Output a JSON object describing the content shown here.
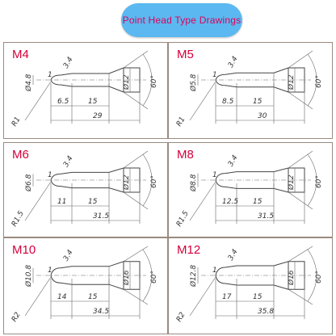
{
  "title": "Point Head Type Drawings",
  "colors": {
    "title_bg": "#5bb8f0",
    "title_text": "#e0005a",
    "label": "#d6003a",
    "border": "#9a8a80"
  },
  "panels": [
    {
      "label": "M4",
      "dia_left": "Ø4.8",
      "radius": "R1",
      "len1": "6.5",
      "len2": "15",
      "total": "29",
      "dia_right": "Ø12",
      "angle": "60°",
      "small": "3.4",
      "tip": "1"
    },
    {
      "label": "M5",
      "dia_left": "Ø5.8",
      "radius": "R1",
      "len1": "8.5",
      "len2": "15",
      "total": "30",
      "dia_right": "Ø12",
      "angle": "60°",
      "small": "3.4",
      "tip": "1"
    },
    {
      "label": "M6",
      "dia_left": "Ø6.8",
      "radius": "R1.5",
      "len1": "11",
      "len2": "15",
      "total": "31.5",
      "dia_right": "Ø12",
      "angle": "60°",
      "small": "3.4",
      "tip": "1"
    },
    {
      "label": "M8",
      "dia_left": "Ø8.8",
      "radius": "R1.5",
      "len1": "12.5",
      "len2": "15",
      "total": "31.5",
      "dia_right": "Ø12",
      "angle": "60°",
      "small": "3.4",
      "tip": "1"
    },
    {
      "label": "M10",
      "dia_left": "Ø10.8",
      "radius": "R2",
      "len1": "14",
      "len2": "15",
      "total": "34.5",
      "dia_right": "Ø16",
      "angle": "60°",
      "small": "3.4",
      "tip": "1"
    },
    {
      "label": "M12",
      "dia_left": "Ø12.8",
      "radius": "R2",
      "len1": "17",
      "len2": "15",
      "total": "35.8",
      "dia_right": "Ø16",
      "angle": "60°",
      "small": "3.4",
      "tip": "1"
    }
  ]
}
